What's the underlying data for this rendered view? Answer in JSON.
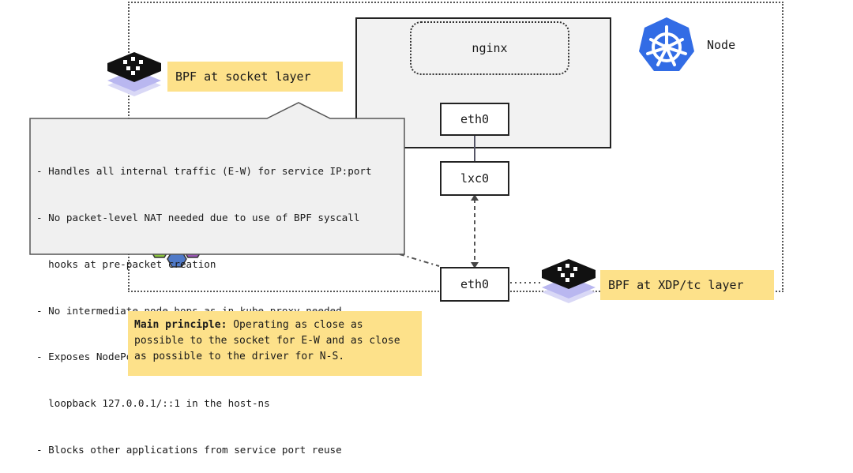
{
  "node": {
    "label": "Node"
  },
  "pod": {
    "app_label": "nginx",
    "pod_iface": "eth0"
  },
  "host": {
    "veth": "lxc0",
    "nic": "eth0"
  },
  "bpf_socket": {
    "label": "BPF at socket layer"
  },
  "bpf_xdp": {
    "label": "BPF at XDP/tc layer"
  },
  "callout": {
    "lines": [
      "- Handles all internal traffic (E-W) for service IP:port",
      "- No packet-level NAT needed due to use of BPF syscall",
      "  hooks at pre-packet creation",
      "- No intermediate node hops as in kube-proxy needed",
      "- Exposes NodePort services to all local addresses and",
      "  loopback 127.0.0.1/::1 in the host-ns",
      "- Blocks other applications from service port reuse"
    ]
  },
  "principle": {
    "title": "Main principle:",
    "text": " Operating as close as possible to the socket for E-W and as close as possible to the driver for N-S."
  },
  "colors": {
    "yellow": "#fde18a",
    "kubernetes_blue": "#326ce5",
    "bpf_stack": "#b9b7f0"
  },
  "icons": [
    "kubernetes-icon",
    "bpf-icon",
    "bpf-icon",
    "cilium-icon"
  ]
}
